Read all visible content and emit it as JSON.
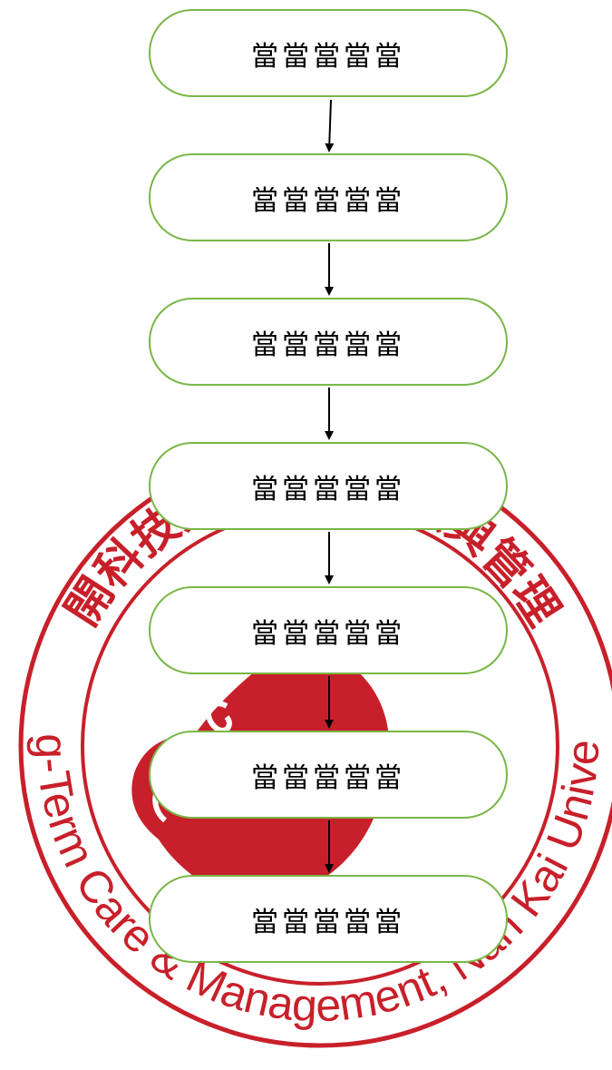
{
  "flowchart": {
    "nodes": [
      {
        "label": "當當當當當"
      },
      {
        "label": "當當當當當"
      },
      {
        "label": "當當當當當"
      },
      {
        "label": "當當當當當"
      },
      {
        "label": "當當當當當"
      },
      {
        "label": "當當當當當"
      },
      {
        "label": "當當當當當"
      }
    ],
    "edges": [
      {
        "from": 0,
        "to": 1
      },
      {
        "from": 1,
        "to": 2
      },
      {
        "from": 2,
        "to": 3
      },
      {
        "from": 3,
        "to": 4
      },
      {
        "from": 4,
        "to": 5
      },
      {
        "from": 5,
        "to": 6
      }
    ],
    "node_border_color": "#7ab648"
  },
  "watermark": {
    "top_text": "南開科技大學長期照顧與管理系",
    "bottom_text": "Dept. of Long-Term Care & Management, Nan Kai University of Tech.",
    "color": "#c8202a"
  }
}
